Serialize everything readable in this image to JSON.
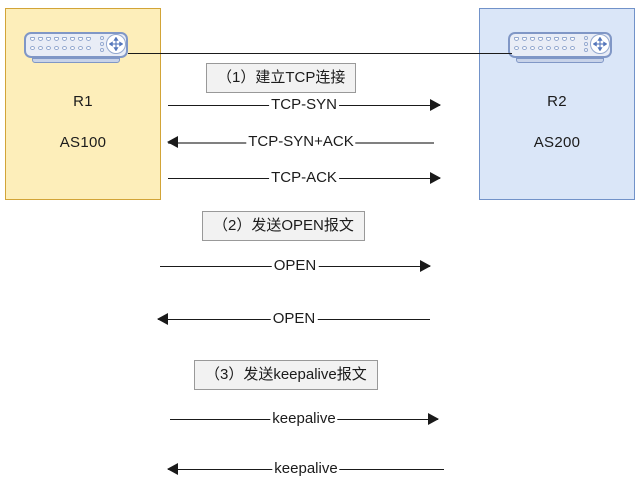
{
  "diagram": {
    "title": "BGP peer establishment sequence",
    "colors": {
      "left_zone_fill": "#fdeeba",
      "left_zone_border": "#d2a437",
      "right_zone_fill": "#dae6f8",
      "right_zone_border": "#7192c9",
      "step_box_fill": "#f2f2f2",
      "step_box_border": "#999999",
      "arrow_black": "#1a1a1a",
      "arrow_gray": "#808080",
      "device_border": "#8097c6"
    },
    "zones": [
      {
        "id": "left",
        "router_name": "R1",
        "as_number": "AS100",
        "device_icon": "router-icon"
      },
      {
        "id": "right",
        "router_name": "R2",
        "as_number": "AS200",
        "device_icon": "router-icon"
      }
    ],
    "steps": [
      {
        "id": "step-1",
        "label": "（1）建立TCP连接"
      },
      {
        "id": "step-2",
        "label": "（2）发送OPEN报文"
      },
      {
        "id": "step-3",
        "label": "（3）发送keepalive报文"
      }
    ],
    "messages": [
      {
        "id": "msg-syn",
        "label": "TCP-SYN",
        "direction": "right",
        "color": "#1a1a1a"
      },
      {
        "id": "msg-synack",
        "label": "TCP-SYN+ACK",
        "direction": "left",
        "color": "#808080"
      },
      {
        "id": "msg-ack",
        "label": "TCP-ACK",
        "direction": "right",
        "color": "#1a1a1a"
      },
      {
        "id": "msg-open-1",
        "label": "OPEN",
        "direction": "right",
        "color": "#1a1a1a"
      },
      {
        "id": "msg-open-2",
        "label": "OPEN",
        "direction": "left",
        "color": "#1a1a1a"
      },
      {
        "id": "msg-keep-1",
        "label": "keepalive",
        "direction": "right",
        "color": "#1a1a1a"
      },
      {
        "id": "msg-keep-2",
        "label": "keepalive",
        "direction": "left",
        "color": "#1a1a1a"
      }
    ],
    "peer_link": {
      "label": ""
    }
  }
}
